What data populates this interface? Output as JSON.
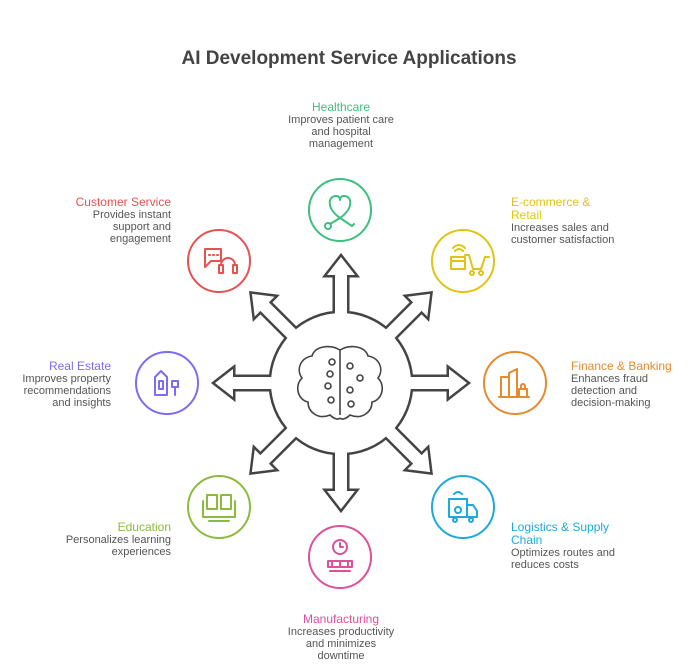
{
  "title": "AI Development Service Applications",
  "center_icon": "brain-circuit-icon",
  "items": [
    {
      "name": "Healthcare",
      "desc": "Improves patient care and hospital management",
      "color": "#3cbf7f",
      "icon": "heart-stethoscope-icon"
    },
    {
      "name": "E-commerce & Retail",
      "desc": "Increases sales and customer satisfaction",
      "color": "#e0c414",
      "icon": "card-cart-icon"
    },
    {
      "name": "Finance & Banking",
      "desc": "Enhances fraud detection and decision-making",
      "color": "#e58a2e",
      "icon": "bank-buildings-icon"
    },
    {
      "name": "Logistics & Supply Chain",
      "desc": "Optimizes routes and reduces costs",
      "color": "#1ea9dc",
      "icon": "delivery-truck-icon"
    },
    {
      "name": "Manufacturing",
      "desc": "Increases productivity and minimizes downtime",
      "color": "#e04f9a",
      "icon": "conveyor-icon"
    },
    {
      "name": "Education",
      "desc": "Personalizes learning experiences",
      "color": "#8cba3c",
      "icon": "book-monitor-icon"
    },
    {
      "name": "Real Estate",
      "desc": "Improves property recommendations and insights",
      "color": "#7b6cf0",
      "icon": "house-sign-icon"
    },
    {
      "name": "Customer Service",
      "desc": "Provides instant support and engagement",
      "color": "#e45252",
      "icon": "chat-headset-icon"
    }
  ]
}
